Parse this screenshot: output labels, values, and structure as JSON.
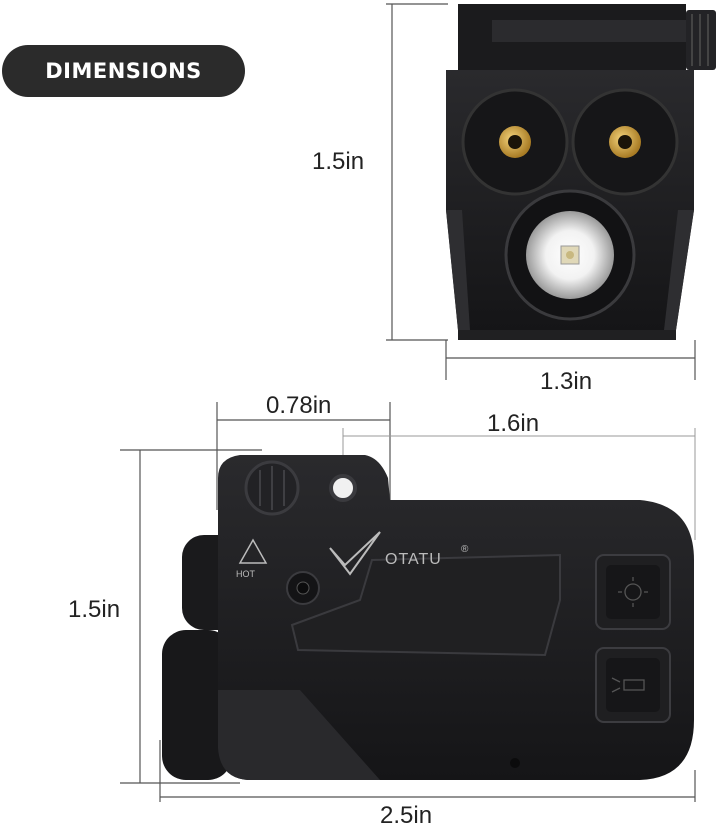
{
  "header": {
    "title": "DIMENSIONS"
  },
  "front_view": {
    "height_label": "1.5in",
    "width_label": "1.3in"
  },
  "side_view": {
    "offset_label": "0.78in",
    "span_label": "1.6in",
    "height_label": "1.5in",
    "length_label": "2.5in"
  },
  "product": {
    "brand": "OTATU",
    "registered_mark": "®",
    "warning_label": "HOT"
  },
  "colors": {
    "body": "#1c1c1e",
    "edge": "#2e2e31",
    "brass": "#c9a24a",
    "line": "#555555",
    "badge": "#2b2b2b"
  }
}
